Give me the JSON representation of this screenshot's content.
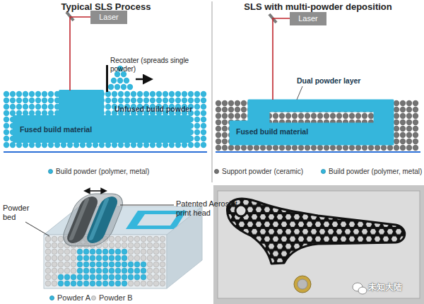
{
  "diagram": {
    "nodes": [
      {
        "text": [
          "Laser"
        ]
      },
      {
        "text": [
          "Laser"
        ]
      }
    ],
    "labels": [
      "Typical SLS Process",
      "Recoater (spreads single powder)",
      "Unfused build powder",
      "Fused build material",
      "SLS with multi-powder deposition",
      "Dual powder layer",
      "Fused build material",
      "Powder bed",
      "Patented Aerosint print head",
      "未知大陆"
    ],
    "legend": [
      {
        "text": "Build powder (polymer, metal)",
        "color": "#35b6dc"
      },
      {
        "text": "Support powder (ceramic)",
        "color": "#737373"
      },
      {
        "text": "Build powder (polymer, metal)",
        "color": "#35b6dc"
      },
      {
        "text": "Powder A",
        "color": "#35b6dc"
      },
      {
        "text": "Powder B",
        "color": "#d4d4d4"
      }
    ]
  }
}
